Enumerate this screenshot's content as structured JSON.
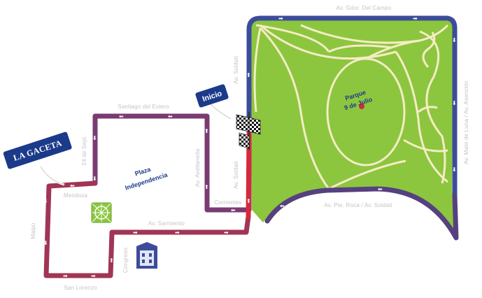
{
  "map": {
    "park_label_line1": "Parque",
    "park_label_line2": "9 de Julio",
    "plaza_label_line1": "Plaza",
    "plaza_label_line2": "Independencia",
    "start_label": "Inicio",
    "newspaper_logo": "LA GACETA",
    "streets": {
      "top": "Av. Gdor. Del Campo",
      "right": "Av. Mate de Luna / Av. Asención",
      "park_south": "Av. Pte. Roca / Av. Soldati",
      "soldati_top": "Av. Soldati",
      "soldati_mid": "Av. Soldati",
      "sarmiento": "Av. Sarmiento",
      "avellaneda": "Av. Avellaneda",
      "santiago": "Santiago del Estero",
      "24_sept": "24 de Sept.",
      "mendoza": "Mendoza",
      "maipu": "Maipú",
      "san_lorenzo": "San Lorenzo",
      "congreso": "Congreso",
      "corrientes": "Corrientes"
    }
  },
  "colors": {
    "park_green": "#8cc63f",
    "park_paths": "#f5ecc4",
    "route_blue": "#3d4c9a",
    "route_purple": "#6e3f7e",
    "route_magenta": "#8f3a66",
    "route_red": "#d7283a",
    "badge_blue": "#1b3a8a"
  },
  "icons": [
    "start-finish-flag-icon",
    "plaza-monument-icon",
    "building-icon",
    "direction-arrow-icon"
  ]
}
